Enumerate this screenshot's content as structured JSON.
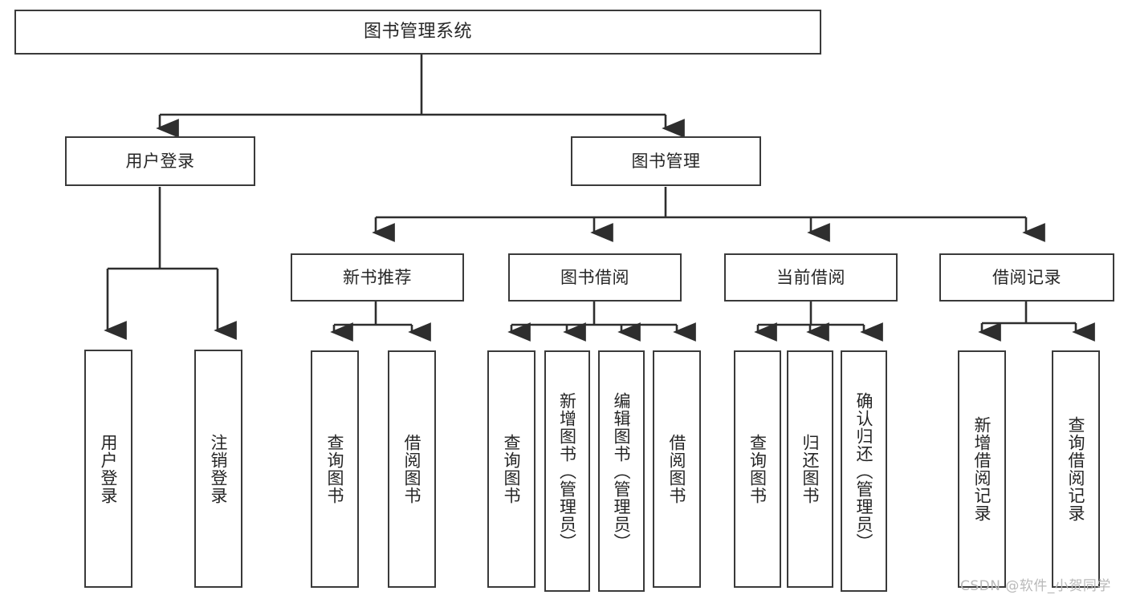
{
  "diagram": {
    "type": "tree-hierarchy-diagram",
    "title": "图书管理系统",
    "colors": {
      "stroke": "#3a3a3a",
      "background": "#ffffff",
      "text": "#262626",
      "watermark": "#b9b9b9"
    },
    "levels": {
      "root": {
        "label": "图书管理系统"
      },
      "level2": [
        {
          "label": "用户登录"
        },
        {
          "label": "图书管理"
        }
      ],
      "level3": [
        {
          "label": "新书推荐"
        },
        {
          "label": "图书借阅"
        },
        {
          "label": "当前借阅"
        },
        {
          "label": "借阅记录"
        }
      ]
    },
    "leaves": {
      "user_login": [
        {
          "label": "用户登录"
        },
        {
          "label": "注销登录"
        }
      ],
      "new_book_recommend": [
        {
          "label": "查询图书"
        },
        {
          "label": "借阅图书"
        }
      ],
      "book_borrow": [
        {
          "label": "查询图书"
        },
        {
          "label": "新增图书（管理员）"
        },
        {
          "label": "编辑图书（管理员）"
        },
        {
          "label": "借阅图书"
        }
      ],
      "current_borrow": [
        {
          "label": "查询图书"
        },
        {
          "label": "归还图书"
        },
        {
          "label": "确认归还（管理员）"
        }
      ],
      "borrow_record": [
        {
          "label": "新增借阅记录"
        },
        {
          "label": "查询借阅记录"
        }
      ]
    }
  },
  "watermark": {
    "text": "CSDN @软件_小贺同学"
  }
}
